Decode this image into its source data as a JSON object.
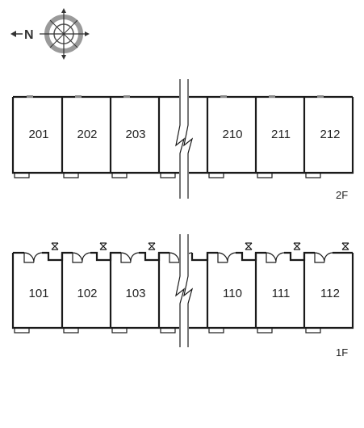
{
  "compass": {
    "north_label": "N",
    "icon": "compass-rose-icon"
  },
  "floors": [
    {
      "label": "2F",
      "rooms": [
        "201",
        "202",
        "203",
        "210",
        "211",
        "212"
      ]
    },
    {
      "label": "1F",
      "rooms": [
        "101",
        "102",
        "103",
        "110",
        "111",
        "112"
      ]
    }
  ],
  "colors": {
    "line": "#1a1a1a",
    "text": "#222222",
    "compass_gray": "#9a9a9a"
  }
}
